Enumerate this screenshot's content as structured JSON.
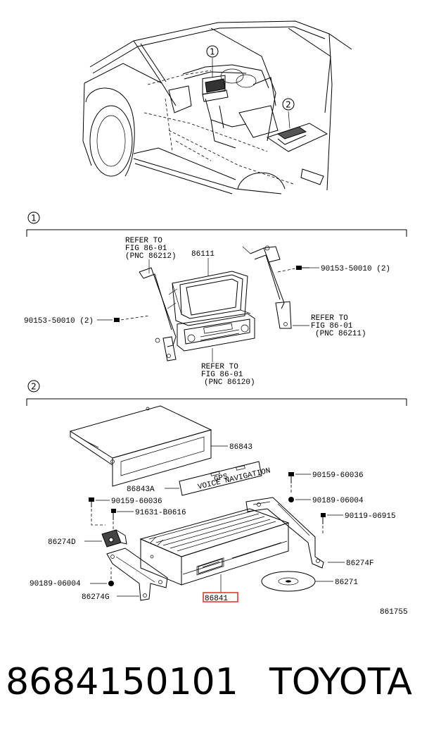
{
  "section_markers": [
    "1",
    "2"
  ],
  "callouts": {
    "refer_212": [
      "REFER TO",
      "FIG 86-01",
      "(PNC 86212)"
    ],
    "refer_211": [
      "REFER TO",
      "FIG 86-01",
      "(PNC 86211)"
    ],
    "refer_120": [
      "REFER TO",
      "FIG 86-01",
      "(PNC 86120)"
    ],
    "p86111": "86111",
    "p90153_right": "90153-50010 (2)",
    "p90153_left": "90153-50010 (2)",
    "p86843": "86843",
    "p86843A": "86843A",
    "p90159_right": "90159-60036",
    "p90189_right": "90189-06004",
    "p90159_left": "90159-60036",
    "p91631": "91631-B0616",
    "p90119": "90119-06915",
    "p86274D": "86274D",
    "p86274F": "86274F",
    "p90189_left": "90189-06004",
    "p86271": "86271",
    "p86274G": "86274G",
    "p86841": "86841",
    "plate_text_1": "GPS",
    "plate_text_2": "VOICE NAVIGATION"
  },
  "figure_number": "861755",
  "highlight_color": "#e53935",
  "footer": {
    "part_number": "8684150101",
    "brand": "TOYOTA"
  }
}
